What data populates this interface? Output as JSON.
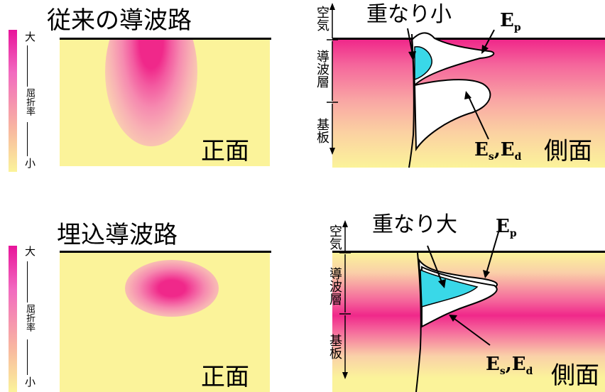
{
  "colors": {
    "background": "#ffffff",
    "substrate_yellow": "#fbf39a",
    "mode_pink": "#f0288a",
    "overlap_cyan": "#39d8e8",
    "line": "#000000"
  },
  "scale_bar": {
    "label_large": "大",
    "label_small": "小",
    "label_middle": "屈折率",
    "icons": [
      "arrow-up-icon",
      "arrow-down-icon"
    ]
  },
  "top": {
    "title": "従来の導波路",
    "front_label": "正面",
    "side_label": "側面",
    "overlap_label": "重なり小",
    "ep_label": "E",
    "ep_sub": "p",
    "es_label": "E",
    "es_sub": "s",
    "ed_label": "E",
    "ed_sub": "d",
    "layer_air": "空気",
    "layer_guide": "導波層",
    "layer_substrate": "基板"
  },
  "bottom": {
    "title": "埋込導波路",
    "front_label": "正面",
    "side_label": "側面",
    "overlap_label": "重なり大",
    "ep_label": "E",
    "ep_sub": "p",
    "es_label": "E",
    "es_sub": "s",
    "ed_label": "E",
    "ed_sub": "d",
    "layer_air": "空気",
    "layer_guide": "導波層",
    "layer_substrate": "基板"
  }
}
